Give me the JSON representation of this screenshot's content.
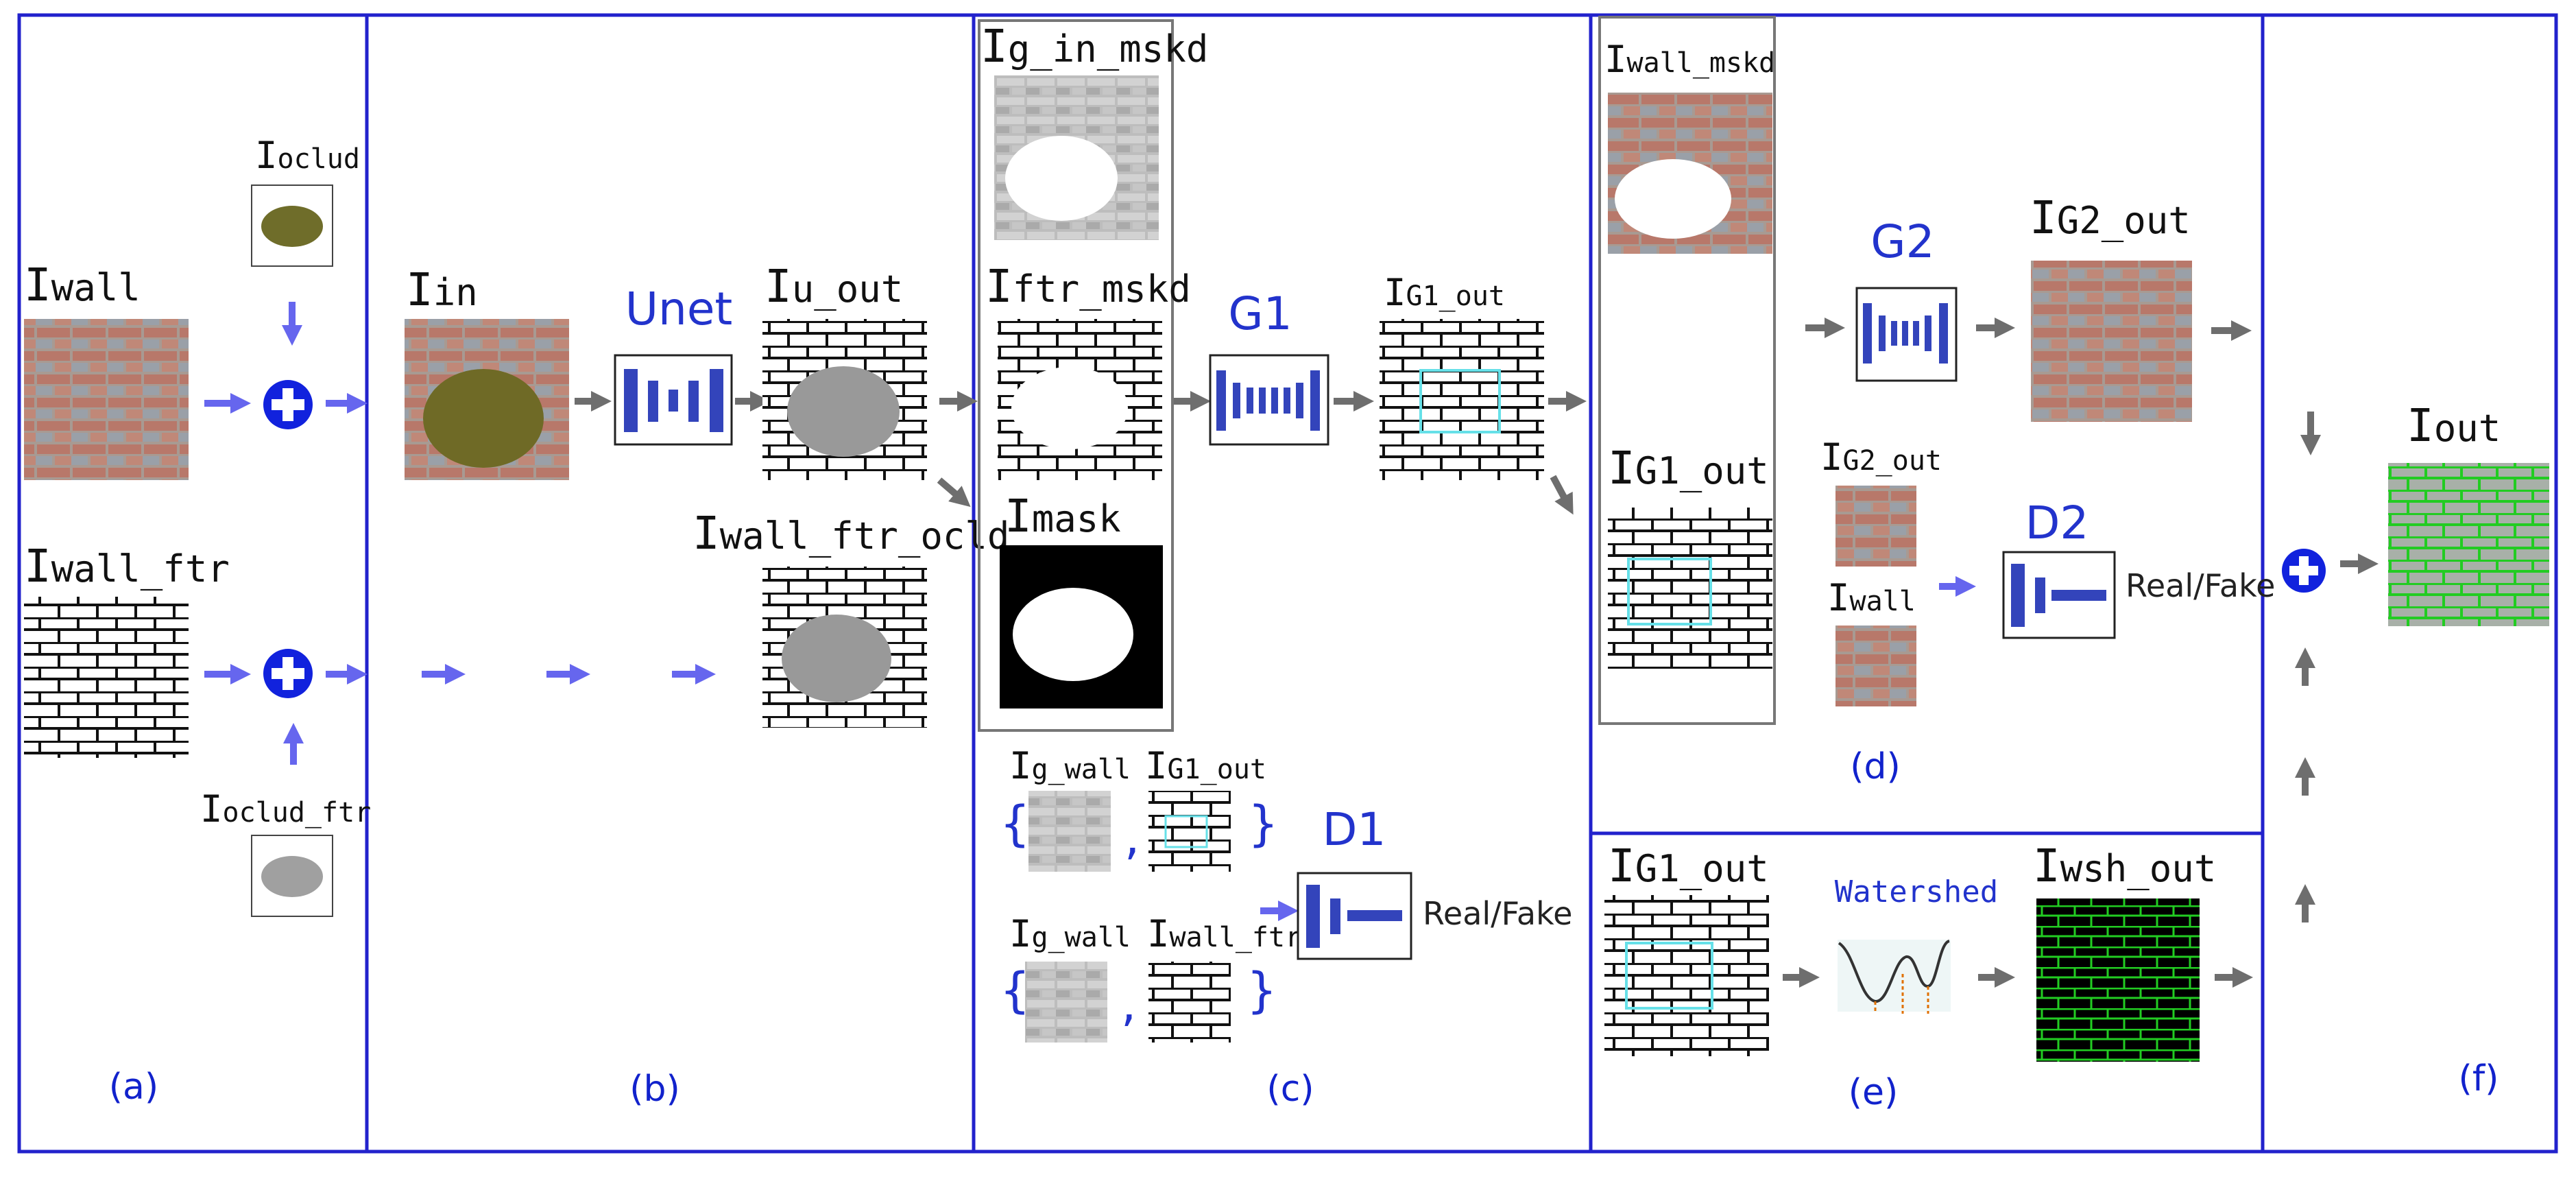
{
  "colors": {
    "panel_border": "#2222cc",
    "blue_arrow": "#6666ee",
    "gray_arrow": "#6e6e6e",
    "net_block": "#3344bb",
    "plus": "#1122dd"
  },
  "panels": {
    "a": {
      "label": "(a)",
      "I_wall": "wall",
      "I_wall_ftr": "wall_ftr",
      "I_oclud": "oclud",
      "I_oclud_ftr": "oclud_ftr"
    },
    "b": {
      "label": "(b)",
      "I_in": "in",
      "net": "Unet",
      "I_u_out": "u_out",
      "I_wall_ftr_ocld": "wall_ftr_ocld"
    },
    "c": {
      "label": "(c)",
      "I_g_in_mskd": "g_in_mskd",
      "I_ftr_mskd": "ftr_mskd",
      "I_mask": "mask",
      "net": "G1",
      "I_G1_out": "G1_out",
      "I_g_wall_1": "g_wall",
      "I_G1_out_small": "G1_out",
      "I_g_wall_2": "g_wall",
      "I_wall_ftr": "wall_ftr",
      "disc": "D1",
      "real_fake": "Real/Fake"
    },
    "d": {
      "label": "(d)",
      "I_wall_mskd": "wall_mskd",
      "I_G1_out": "G1_out",
      "net": "G2",
      "I_G2_out": "G2_out",
      "I_G2_out_small": "G2_out",
      "I_wall": "wall",
      "disc": "D2",
      "real_fake": "Real/Fake"
    },
    "e": {
      "label": "(e)",
      "I_G1_out": "G1_out",
      "method": "Watershed",
      "I_wsh_out": "wsh_out"
    },
    "f": {
      "label": "(f)",
      "I_out": "out"
    }
  },
  "symbols": {
    "I": "I",
    "brace_open": "{",
    "brace_close": "}",
    "comma": ","
  }
}
